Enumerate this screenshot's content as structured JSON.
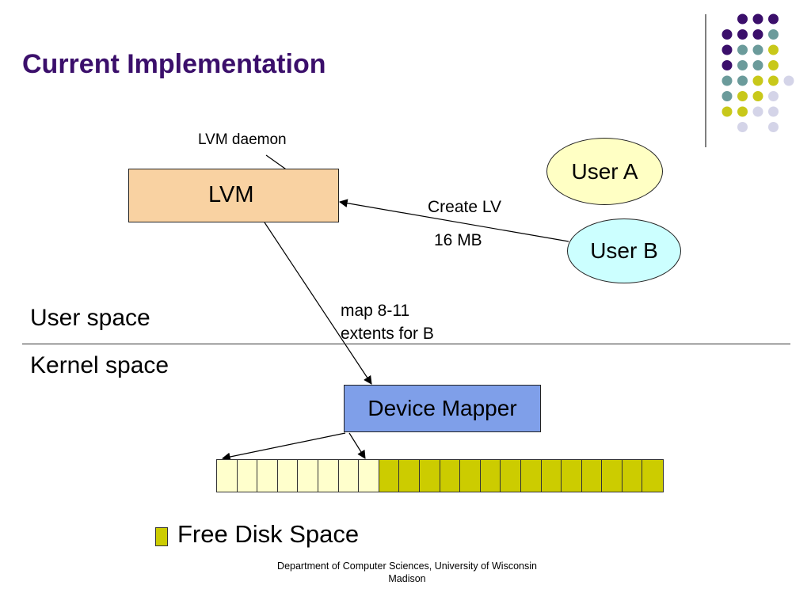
{
  "slide": {
    "title": "Current Implementation"
  },
  "diagram": {
    "lvm_label": "LVM",
    "lvm_daemon_label": "LVM daemon",
    "user_a": "User A",
    "user_b": "User B",
    "create_lv": "Create LV",
    "size": "16 MB",
    "map_line1": "map 8-11",
    "map_line2": "extents for B",
    "user_space": "User space",
    "kernel_space": "Kernel space",
    "device_mapper": "Device Mapper",
    "extents": {
      "total": 22,
      "allocated": 8,
      "allocated_color": "#ffffcc",
      "free_color": "#cccc00"
    },
    "legend": "Free Disk Space"
  },
  "footer": {
    "text": "Department of Computer Sciences, University of Wisconsin Madison"
  },
  "theme": {
    "title_color": "#3b0f6b",
    "lvm_fill": "#f9d2a2",
    "device_mapper_fill": "#7f9fe9",
    "user_a_fill": "#ffffc4",
    "user_b_fill": "#ccffff",
    "dot_colors": [
      "#3b0f6b",
      "#6b9b9b",
      "#c8c81a",
      "#d4d4e8"
    ]
  }
}
